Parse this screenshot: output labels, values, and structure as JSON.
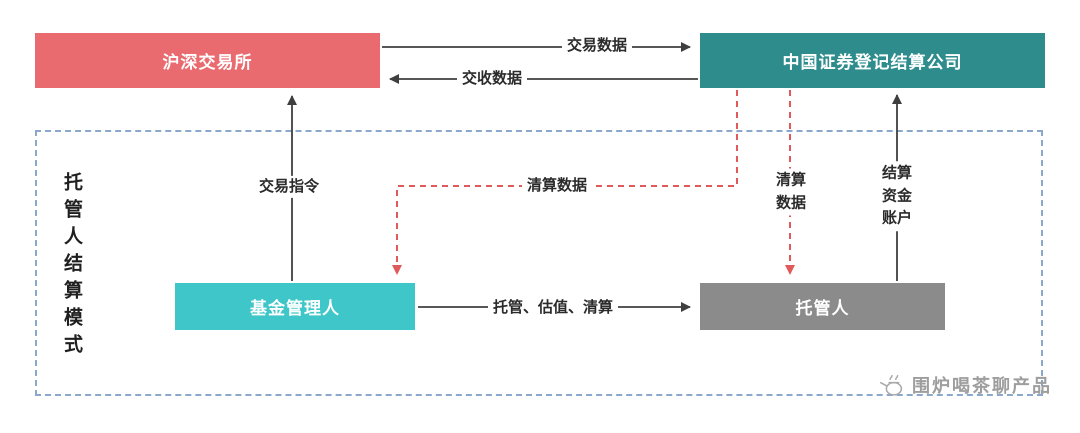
{
  "diagram": {
    "frame_label": "托管人结算模式",
    "nodes": {
      "exchange": {
        "label": "沪深交易所",
        "color": "#E96A6F"
      },
      "csdc": {
        "label": "中国证券登记结算公司",
        "color": "#2E8D8C"
      },
      "fund_manager": {
        "label": "基金管理人",
        "color": "#3EC6C8"
      },
      "custodian": {
        "label": "托管人",
        "color": "#8B8B8B"
      }
    },
    "edge_labels": {
      "trade_data": "交易数据",
      "settlement_data": "交收数据",
      "trade_instruction": "交易指令",
      "clearing_data_to_fund_manager": "清算数据",
      "clearing_data_to_custodian": "清算数据",
      "settlement_fund_account": "结算资金账户",
      "custody_valuation_clearing": "托管、估值、清算"
    },
    "colors": {
      "solid_arrow": "#3F3F3F",
      "dashed_arrow": "#E05A5A",
      "frame_border": "#8AA7CC"
    },
    "watermark": "围炉喝茶聊产品"
  }
}
